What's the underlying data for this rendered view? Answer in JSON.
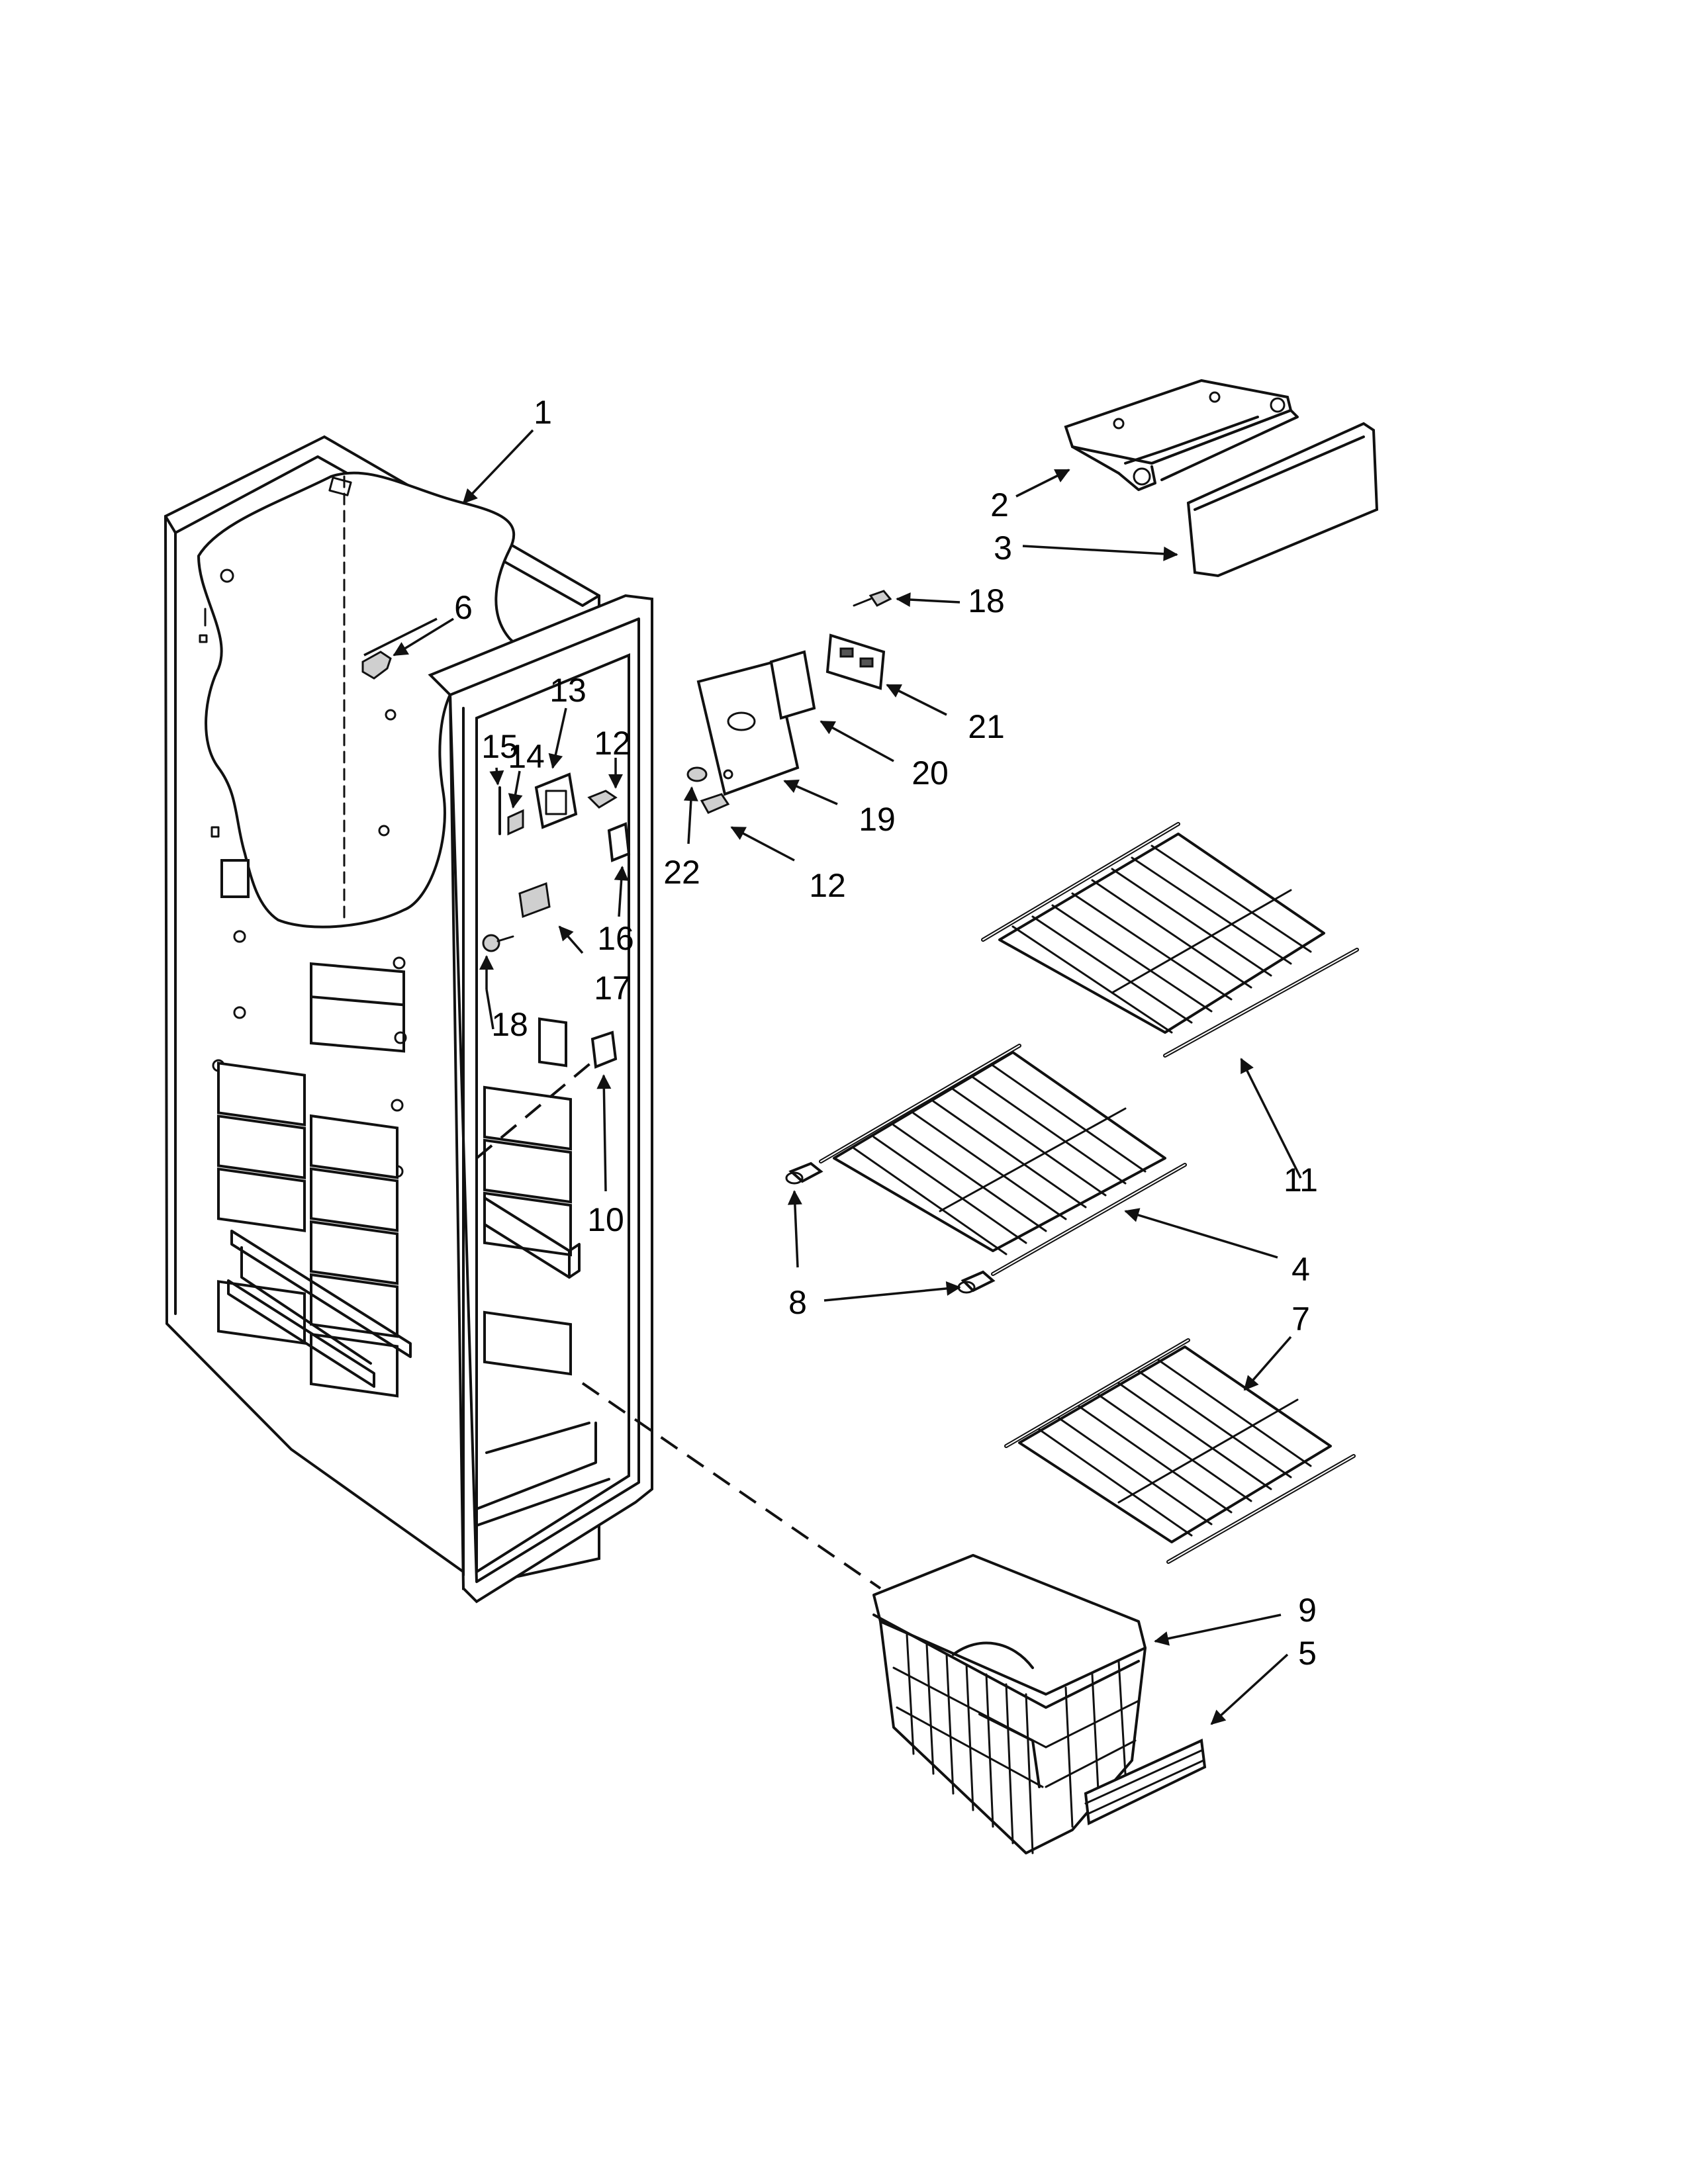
{
  "callouts": [
    {
      "id": "c1",
      "label": "1"
    },
    {
      "id": "c2",
      "label": "2"
    },
    {
      "id": "c3",
      "label": "3"
    },
    {
      "id": "c4",
      "label": "4"
    },
    {
      "id": "c5",
      "label": "5"
    },
    {
      "id": "c6",
      "label": "6"
    },
    {
      "id": "c7",
      "label": "7"
    },
    {
      "id": "c8",
      "label": "8"
    },
    {
      "id": "c9",
      "label": "9"
    },
    {
      "id": "c10",
      "label": "10"
    },
    {
      "id": "c11",
      "label": "11"
    },
    {
      "id": "c12a",
      "label": "12"
    },
    {
      "id": "c12b",
      "label": "12"
    },
    {
      "id": "c13",
      "label": "13"
    },
    {
      "id": "c14",
      "label": "14"
    },
    {
      "id": "c15",
      "label": "15"
    },
    {
      "id": "c16",
      "label": "16"
    },
    {
      "id": "c17",
      "label": "17"
    },
    {
      "id": "c18a",
      "label": "18"
    },
    {
      "id": "c18b",
      "label": "18"
    },
    {
      "id": "c19",
      "label": "19"
    },
    {
      "id": "c20",
      "label": "20"
    },
    {
      "id": "c21",
      "label": "21"
    },
    {
      "id": "c22",
      "label": "22"
    }
  ]
}
